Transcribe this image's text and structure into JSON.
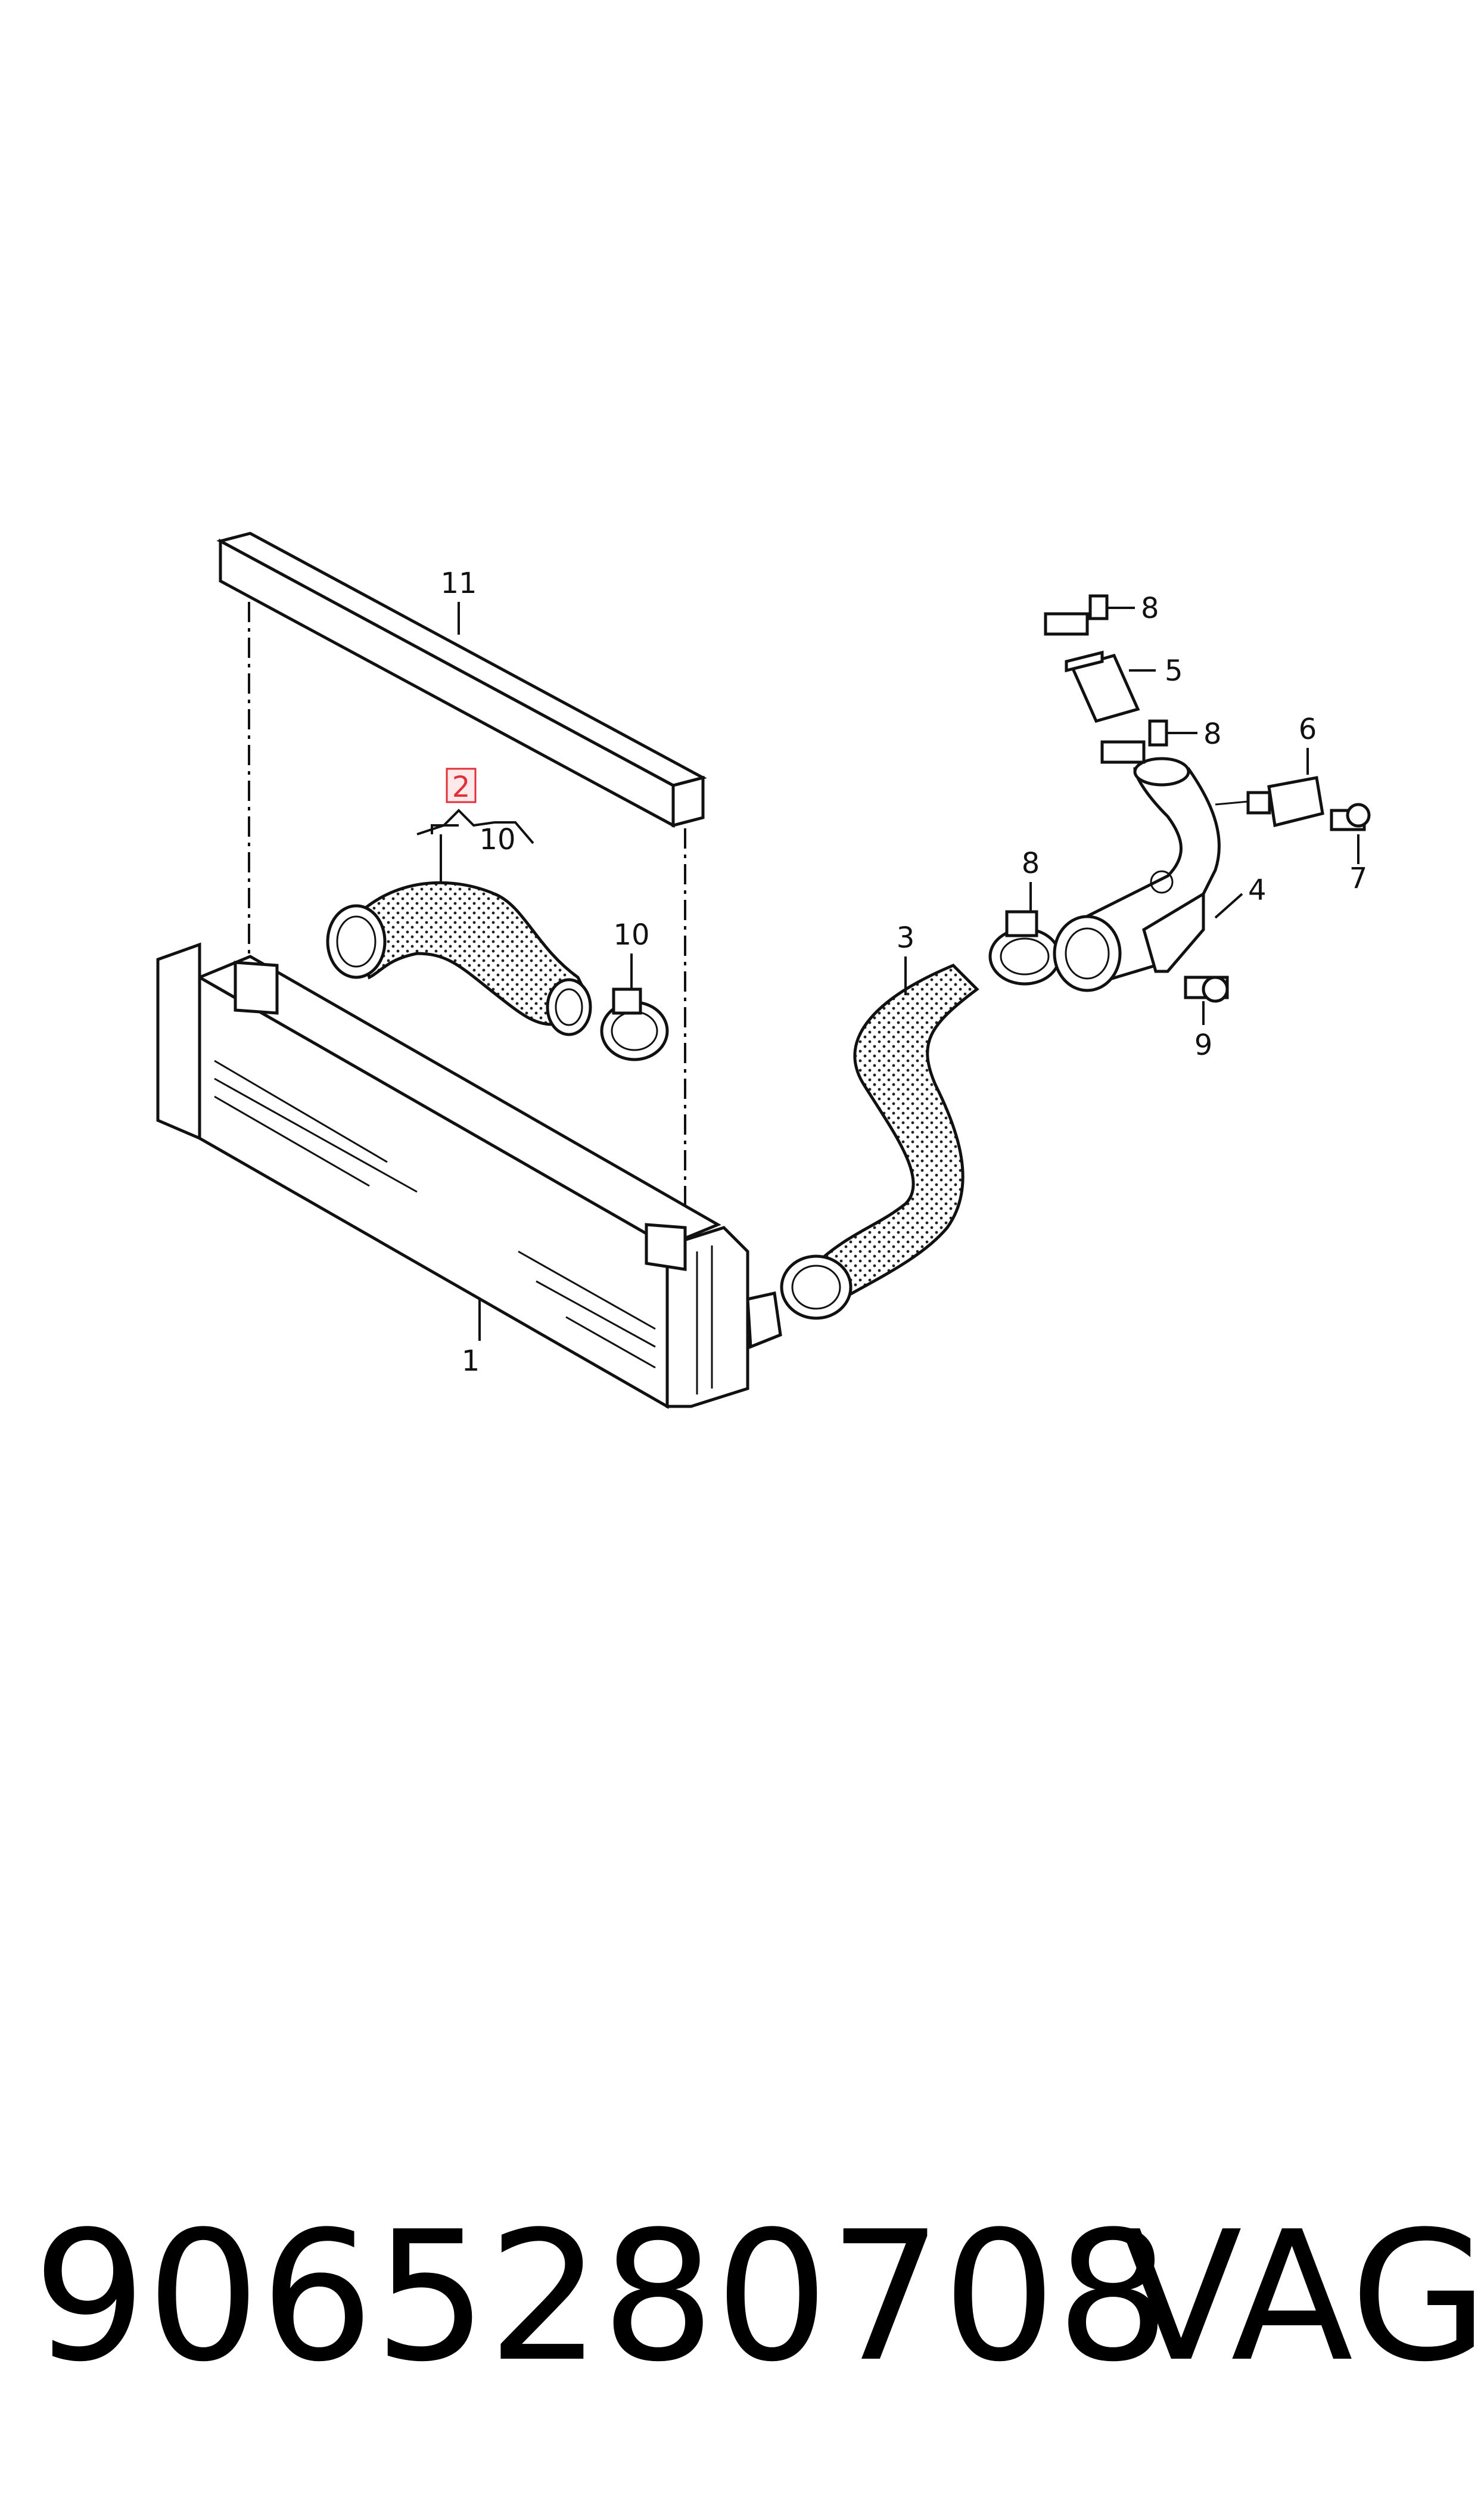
{
  "diagram": {
    "callouts": [
      {
        "id": "c1",
        "text": "1"
      },
      {
        "id": "c2",
        "text": "2"
      },
      {
        "id": "c3",
        "text": "3"
      },
      {
        "id": "c4",
        "text": "4"
      },
      {
        "id": "c5",
        "text": "5"
      },
      {
        "id": "c6",
        "text": "6"
      },
      {
        "id": "c7",
        "text": "7"
      },
      {
        "id": "c8a",
        "text": "8"
      },
      {
        "id": "c8b",
        "text": "8"
      },
      {
        "id": "c8c",
        "text": "8"
      },
      {
        "id": "c9",
        "text": "9"
      },
      {
        "id": "c10a",
        "text": "10"
      },
      {
        "id": "c10b",
        "text": "10"
      },
      {
        "id": "c11",
        "text": "11"
      }
    ],
    "highlight_color": "#e0303a"
  },
  "footer": {
    "part_number": "9065280708",
    "brand": "VAG"
  }
}
